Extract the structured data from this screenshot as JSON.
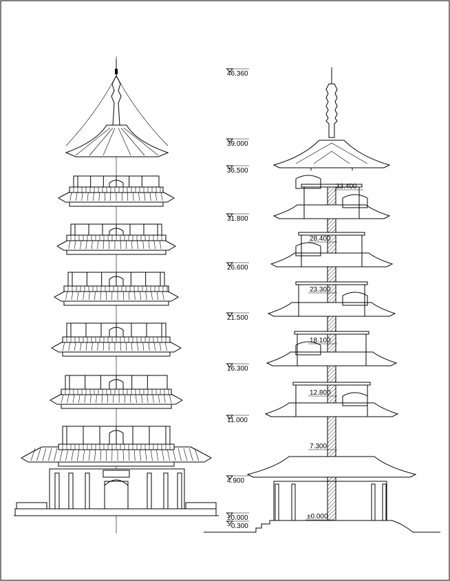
{
  "drawing": {
    "title": "",
    "left_view": "elevation",
    "right_view": "section"
  },
  "elevation_marks": [
    {
      "id": "e4636",
      "label": "46.360",
      "value": 46.36
    },
    {
      "id": "e3900",
      "label": "39.000",
      "value": 39.0
    },
    {
      "id": "e3650",
      "label": "36.500",
      "value": 36.5
    },
    {
      "id": "e3180",
      "label": "31.800",
      "value": 31.8
    },
    {
      "id": "e2660",
      "label": "26.600",
      "value": 26.6
    },
    {
      "id": "e2150",
      "label": "21.500",
      "value": 21.5
    },
    {
      "id": "e1630",
      "label": "16.300",
      "value": 16.3
    },
    {
      "id": "e1100",
      "label": "11.000",
      "value": 11.0
    },
    {
      "id": "e0490",
      "label": "4.900",
      "value": 4.9
    },
    {
      "id": "e0000",
      "label": "±0.000",
      "value": 0.0
    },
    {
      "id": "em030",
      "label": "−0.300",
      "value": -0.3
    }
  ],
  "section_floor_marks": [
    {
      "id": "s3340",
      "label": "33.400",
      "value": 33.4
    },
    {
      "id": "s2840",
      "label": "28.400",
      "value": 28.4
    },
    {
      "id": "s2330",
      "label": "23.300",
      "value": 23.3
    },
    {
      "id": "s1810",
      "label": "18.100",
      "value": 18.1
    },
    {
      "id": "s1280",
      "label": "12.800",
      "value": 12.8
    },
    {
      "id": "s0730",
      "label": "7.300",
      "value": 7.3
    },
    {
      "id": "s0000",
      "label": "±0.000",
      "value": 0.0
    }
  ]
}
